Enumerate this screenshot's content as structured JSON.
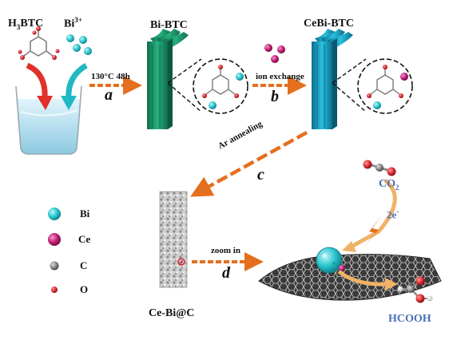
{
  "labels": {
    "h3btc_prefix": "H",
    "h3btc_sub": "3",
    "h3btc_suffix": "BTC",
    "bi3_prefix": "Bi",
    "bi3_sup": "3+",
    "bi_btc": "Bi-BTC",
    "cebi_btc": "CeBi-BTC",
    "ce_bi_c": "Ce-Bi@C",
    "co2_prefix": "CO",
    "co2_sub": "2",
    "electron_prefix": "2e",
    "electron_sup": "-",
    "hcooh": "HCOOH"
  },
  "steps": {
    "a_letter": "a",
    "a_condition": "130°C 48h",
    "b_letter": "b",
    "b_condition": "ion exchange",
    "c_letter": "c",
    "c_condition": "Ar annealing",
    "d_letter": "d",
    "d_condition": "zoom in"
  },
  "legend": {
    "items": [
      {
        "label": "Bi",
        "color": "#2bc4cc"
      },
      {
        "label": "Ce",
        "color": "#c21e78"
      },
      {
        "label": "C",
        "color": "#808080"
      },
      {
        "label": "O",
        "color": "#d6272e"
      }
    ]
  },
  "colors": {
    "arrow_orange": "#e46f1e",
    "bi_btc_green": "#1d9a6e",
    "cebi_btc_blue": "#1aa7c9",
    "co2_label_blue": "#4a6fb5",
    "hcooh_label_blue": "#4a6fb5"
  }
}
